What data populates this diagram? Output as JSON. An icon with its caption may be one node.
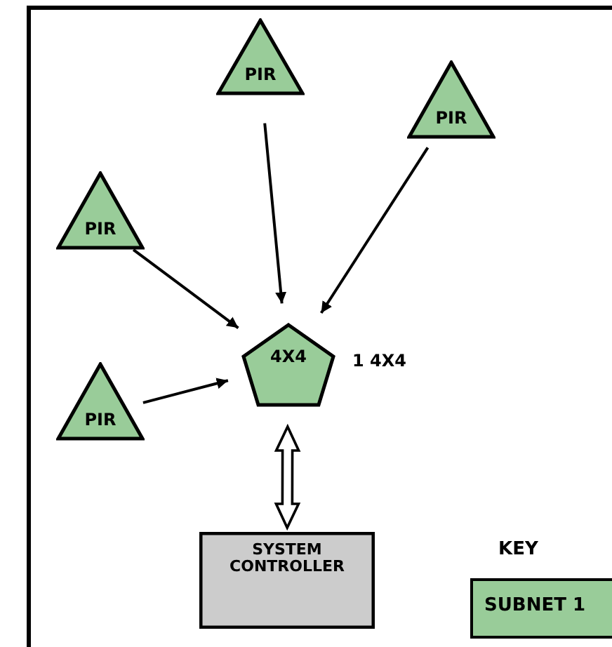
{
  "diagram": {
    "nodes": [
      {
        "text": [
          "PIR"
        ]
      },
      {
        "text": [
          "PIR"
        ]
      },
      {
        "text": [
          "PIR"
        ]
      },
      {
        "text": [
          "PIR"
        ]
      },
      {
        "text": [
          "4X4"
        ],
        "beside": [
          "1 4X4"
        ]
      },
      {
        "text": [
          "SYSTEM CONTROLLER"
        ]
      }
    ],
    "edges": [
      {
        "from": 0,
        "to": 4,
        "arrow": "to"
      },
      {
        "from": 1,
        "to": 4,
        "arrow": "to"
      },
      {
        "from": 2,
        "to": 4,
        "arrow": "to"
      },
      {
        "from": 3,
        "to": 4,
        "arrow": "to"
      },
      {
        "from": 4,
        "to": 5,
        "arrow": "both",
        "style": "thick"
      }
    ],
    "labels": [
      "KEY"
    ],
    "legend": [
      {
        "text": "SUBNET 1",
        "color": "#99cc99"
      }
    ]
  }
}
